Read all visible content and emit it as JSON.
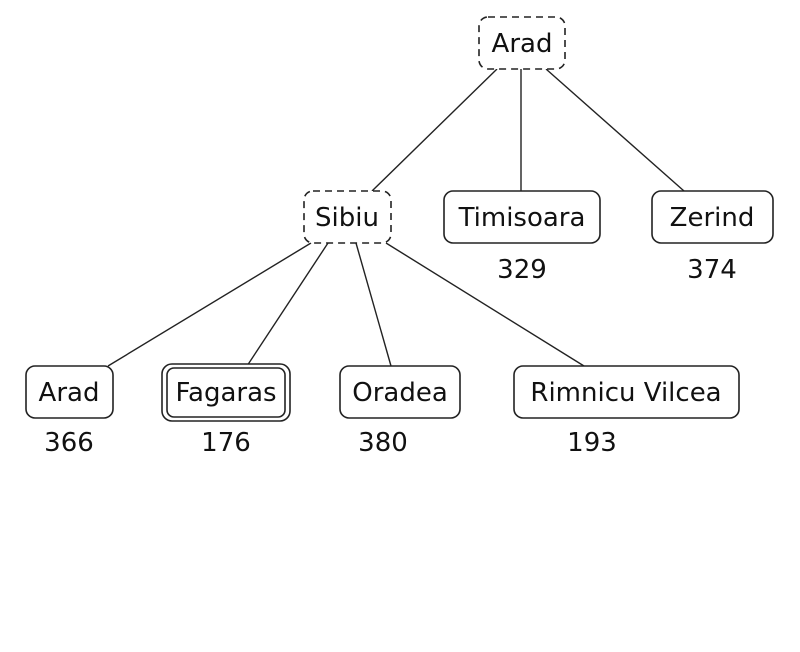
{
  "tree": {
    "root": {
      "label": "Arad",
      "style": "frontier-expanded"
    },
    "level1": [
      {
        "label": "Sibiu",
        "value": "",
        "style": "frontier-expanded"
      },
      {
        "label": "Timisoara",
        "value": "329",
        "style": "normal"
      },
      {
        "label": "Zerind",
        "value": "374",
        "style": "normal"
      }
    ],
    "level2": [
      {
        "label": "Arad",
        "value": "366",
        "style": "normal"
      },
      {
        "label": "Fagaras",
        "value": "176",
        "style": "selected"
      },
      {
        "label": "Oradea",
        "value": "380",
        "style": "normal"
      },
      {
        "label": "Rimnicu Vilcea",
        "value": "193",
        "style": "normal"
      }
    ]
  }
}
